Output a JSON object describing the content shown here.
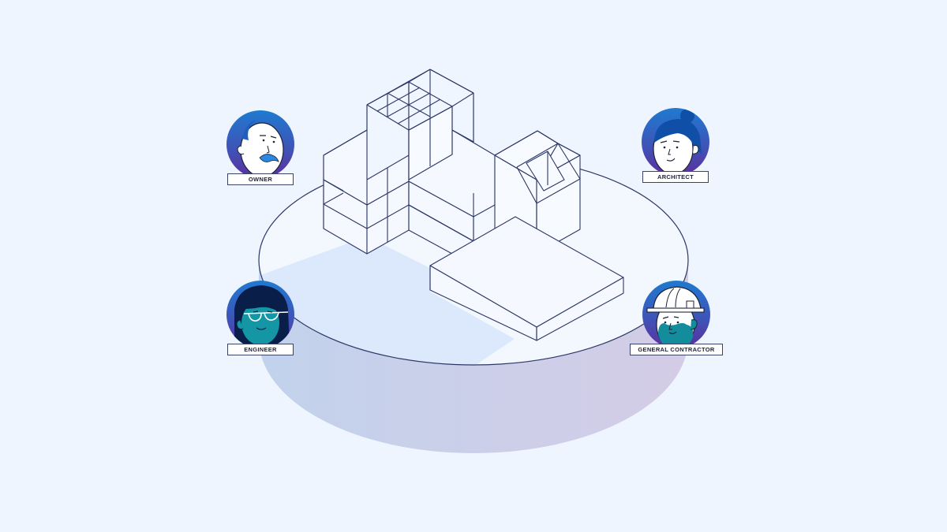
{
  "diagram": {
    "background_color": "#eef5fe",
    "line_color": "#2c3766",
    "platform": {
      "top_fill": "#f3f8ff",
      "shadow_fill": "#dce9fd",
      "side_gradient_start": "#c2d2ec",
      "side_gradient_end": "#d4cce6"
    },
    "avatar_gradient": [
      "#1f7ad0",
      "#3d55b8",
      "#5d2f9e"
    ],
    "roles": [
      {
        "id": "owner",
        "label": "OWNER"
      },
      {
        "id": "architect",
        "label": "ARCHITECT"
      },
      {
        "id": "engineer",
        "label": "ENGINEER"
      },
      {
        "id": "general_contractor",
        "label": "GENERAL CONTRACTOR"
      }
    ]
  }
}
